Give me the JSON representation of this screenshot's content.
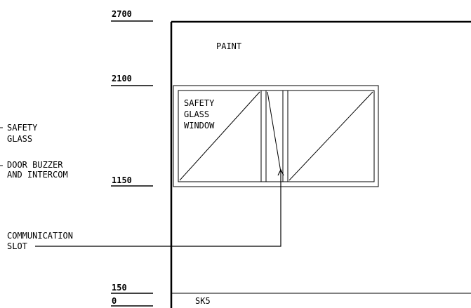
{
  "levels": {
    "l2700": "2700",
    "l2100": "2100",
    "l1150": "1150",
    "l150": "150",
    "l0": "0"
  },
  "labels": {
    "paint": "PAINT",
    "window_line1": "SAFETY",
    "window_line2": "GLASS",
    "window_line3": "WINDOW",
    "sk5": "SK5"
  },
  "notes": {
    "safety_glass_line1": "SAFETY",
    "safety_glass_line2": "GLASS",
    "door_buzzer_line1": "DOOR BUZZER",
    "door_buzzer_line2": "AND INTERCOM",
    "comm_slot_line1": "COMMUNICATION",
    "comm_slot_line2": "SLOT"
  },
  "colors": {
    "ink": "#000000",
    "background": "#ffffff"
  }
}
